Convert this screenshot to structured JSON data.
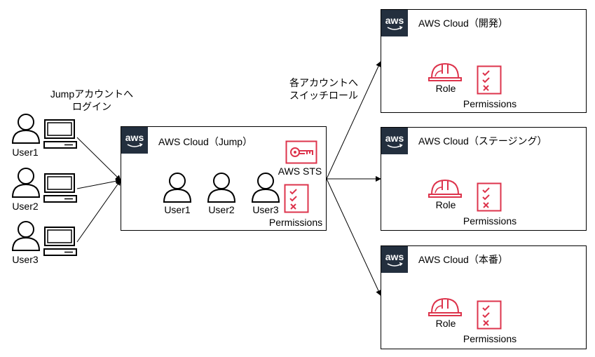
{
  "colors": {
    "line": "#000000",
    "aws_dark": "#232f3e",
    "aws_logo_text": "#ffffff",
    "accent_red": "#dd344c"
  },
  "icons": [
    "user-icon",
    "laptop-icon",
    "aws-logo-icon",
    "key-icon",
    "permissions-icon",
    "helmet-icon",
    "arrow-icon"
  ],
  "left_users": [
    "User1",
    "User2",
    "User3"
  ],
  "login_note": {
    "line1": "Jumpアカウントへ",
    "line2": "ログイン"
  },
  "switch_note": {
    "line1": "各アカウントへ",
    "line2": "スイッチロール"
  },
  "jump": {
    "title": "AWS Cloud（Jump）",
    "aws_logo": "aws",
    "users": [
      "User1",
      "User2",
      "User3"
    ],
    "sts_label": "AWS STS",
    "permissions_label": "Permissions"
  },
  "targets": [
    {
      "title": "AWS Cloud（開発）",
      "aws_logo": "aws",
      "role_label": "Role",
      "permissions_label": "Permissions"
    },
    {
      "title": "AWS Cloud（ステージング）",
      "aws_logo": "aws",
      "role_label": "Role",
      "permissions_label": "Permissions"
    },
    {
      "title": "AWS Cloud（本番）",
      "aws_logo": "aws",
      "role_label": "Role",
      "permissions_label": "Permissions"
    }
  ]
}
